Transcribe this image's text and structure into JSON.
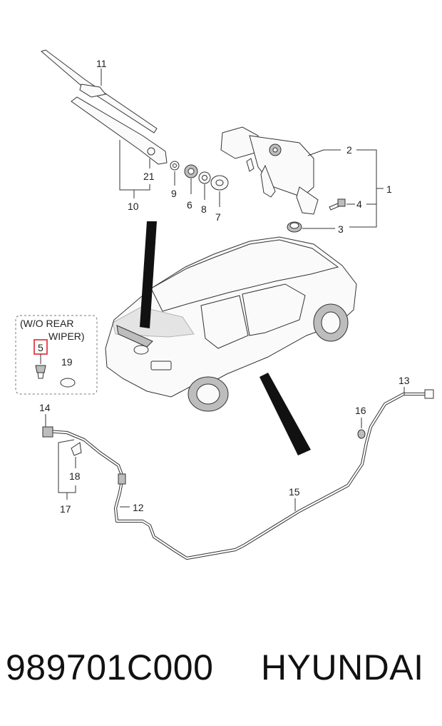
{
  "callouts": {
    "c1": "1",
    "c2": "2",
    "c3": "3",
    "c4": "4",
    "c5": "5",
    "c6": "6",
    "c7": "7",
    "c8": "8",
    "c9": "9",
    "c10": "10",
    "c11": "11",
    "c12": "12",
    "c13": "13",
    "c14": "14",
    "c15": "15",
    "c16": "16",
    "c17": "17",
    "c18": "18",
    "c19": "19",
    "c21": "21"
  },
  "option_box": {
    "line1": "(W/O REAR",
    "line2": "WIPER)"
  },
  "highlight_color": "#e0242c",
  "footer": {
    "part_number": "989701C000",
    "brand": "HYUNDAI"
  }
}
